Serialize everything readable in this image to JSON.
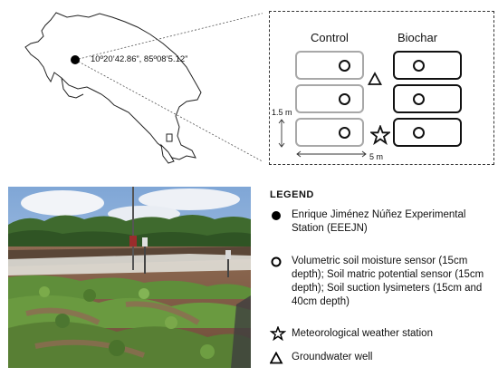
{
  "map": {
    "coordinates": "10º20’42.86”, 85º08’5.12”"
  },
  "layout": {
    "control_label": "Control",
    "biochar_label": "Biochar",
    "height_label": "1.5 m",
    "width_label": "5 m",
    "rows": 3
  },
  "legend": {
    "title": "LEGEND",
    "items": [
      {
        "symbol": "filled-circle-icon",
        "text": "Enrique Jiménez Núñez Experimental Station (EEEJN)"
      },
      {
        "symbol": "open-circle-icon",
        "text": "Volumetric soil moisture sensor (15cm depth); Soil matric potential sensor (15cm depth); Soil suction lysimeters (15cm and 40cm depth)"
      },
      {
        "symbol": "star-icon",
        "text": "Meteorological weather station"
      },
      {
        "symbol": "triangle-icon",
        "text": "Groundwater well"
      }
    ]
  },
  "colors": {
    "control_plot": "#a8a8a8",
    "biochar_plot": "#111111"
  }
}
